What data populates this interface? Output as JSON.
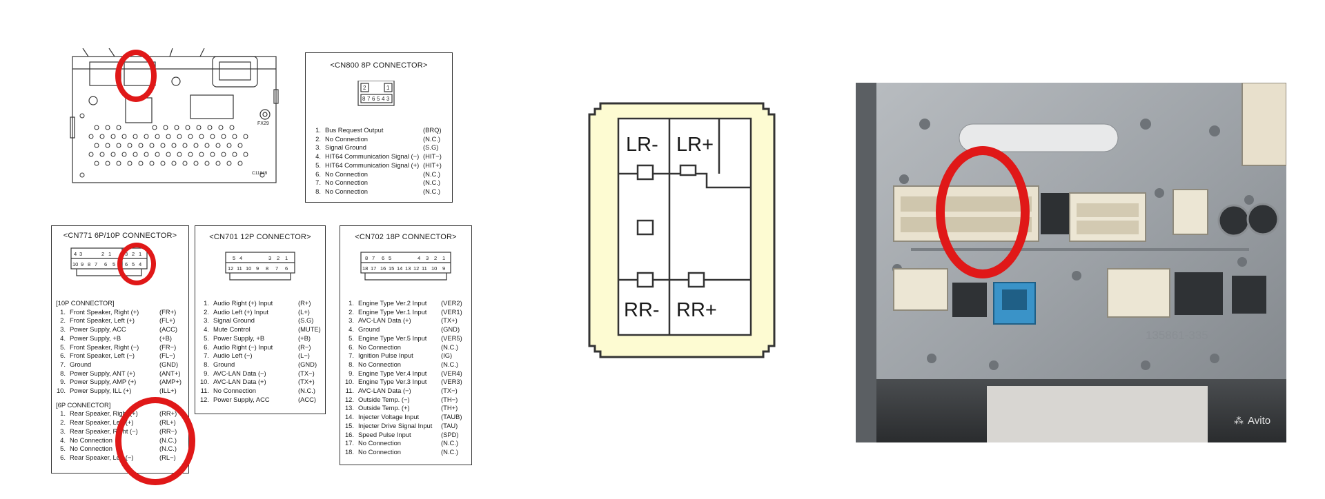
{
  "head_unit": {
    "code": "C11849",
    "part_label": "FX29"
  },
  "cn800": {
    "title": "<CN800 8P CONNECTOR>",
    "pin_top": [
      "2",
      "1"
    ],
    "pin_bottom": [
      "8",
      "7",
      "6",
      "5",
      "4",
      "3"
    ],
    "pins": [
      {
        "n": "1.",
        "desc": "Bus Request Output",
        "code": "(BRQ)"
      },
      {
        "n": "2.",
        "desc": "No Connection",
        "code": "(N.C.)"
      },
      {
        "n": "3.",
        "desc": "Signal Ground",
        "code": "(S.G)"
      },
      {
        "n": "4.",
        "desc": "HIT64 Communication Signal (−)",
        "code": "(HIT−)"
      },
      {
        "n": "5.",
        "desc": "HIT64 Communication Signal (+)",
        "code": "(HIT+)"
      },
      {
        "n": "6.",
        "desc": "No Connection",
        "code": "(N.C.)"
      },
      {
        "n": "7.",
        "desc": "No Connection",
        "code": "(N.C.)"
      },
      {
        "n": "8.",
        "desc": "No Connection",
        "code": "(N.C.)"
      }
    ]
  },
  "cn771": {
    "title": "<CN771 6P/10P CONNECTOR>",
    "pin_top": [
      "4",
      "3",
      "2",
      "1",
      "3",
      "2",
      "1"
    ],
    "pin_bottom": [
      "10",
      "9",
      "8",
      "7",
      "6",
      "5",
      "6",
      "5",
      "4"
    ],
    "section10": "[10P CONNECTOR]",
    "pins10": [
      {
        "n": "1.",
        "desc": "Front Speaker, Right (+)",
        "code": "(FR+)"
      },
      {
        "n": "2.",
        "desc": "Front Speaker, Left (+)",
        "code": "(FL+)"
      },
      {
        "n": "3.",
        "desc": "Power Supply, ACC",
        "code": "(ACC)"
      },
      {
        "n": "4.",
        "desc": "Power Supply, +B",
        "code": "(+B)"
      },
      {
        "n": "5.",
        "desc": "Front Speaker, Right (−)",
        "code": "(FR−)"
      },
      {
        "n": "6.",
        "desc": "Front Speaker, Left (−)",
        "code": "(FL−)"
      },
      {
        "n": "7.",
        "desc": "Ground",
        "code": "(GND)"
      },
      {
        "n": "8.",
        "desc": "Power Supply, ANT (+)",
        "code": "(ANT+)"
      },
      {
        "n": "9.",
        "desc": "Power Supply, AMP (+)",
        "code": "(AMP+)"
      },
      {
        "n": "10.",
        "desc": "Power Supply, ILL (+)",
        "code": "(ILL+)"
      }
    ],
    "section6": "[6P CONNECTOR]",
    "pins6": [
      {
        "n": "1.",
        "desc": "Rear Speaker, Right (+)",
        "code": "(RR+)"
      },
      {
        "n": "2.",
        "desc": "Rear Speaker, Left (+)",
        "code": "(RL+)"
      },
      {
        "n": "3.",
        "desc": "Rear Speaker, Right (−)",
        "code": "(RR−)"
      },
      {
        "n": "4.",
        "desc": "No Connection",
        "code": "(N.C.)"
      },
      {
        "n": "5.",
        "desc": "No Connection",
        "code": "(N.C.)"
      },
      {
        "n": "6.",
        "desc": "Rear Speaker, Left (−)",
        "code": "(RL−)"
      }
    ]
  },
  "cn701": {
    "title": "<CN701 12P CONNECTOR>",
    "pin_top": [
      "5",
      "4",
      "3",
      "2",
      "1"
    ],
    "pin_bottom": [
      "12",
      "11",
      "10",
      "9",
      "8",
      "7",
      "6"
    ],
    "pins": [
      {
        "n": "1.",
        "desc": "Audio Right (+) Input",
        "code": "(R+)"
      },
      {
        "n": "2.",
        "desc": "Audio Left (+) Input",
        "code": "(L+)"
      },
      {
        "n": "3.",
        "desc": "Signal Ground",
        "code": "(S.G)"
      },
      {
        "n": "4.",
        "desc": "Mute Control",
        "code": "(MUTE)"
      },
      {
        "n": "5.",
        "desc": "Power Supply, +B",
        "code": "(+B)"
      },
      {
        "n": "6.",
        "desc": "Audio Right (−) Input",
        "code": "(R−)"
      },
      {
        "n": "7.",
        "desc": "Audio Left (−)",
        "code": "(L−)"
      },
      {
        "n": "8.",
        "desc": "Ground",
        "code": "(GND)"
      },
      {
        "n": "9.",
        "desc": "AVC-LAN Data (−)",
        "code": "(TX−)"
      },
      {
        "n": "10.",
        "desc": "AVC-LAN Data (+)",
        "code": "(TX+)"
      },
      {
        "n": "11.",
        "desc": "No Connection",
        "code": "(N.C.)"
      },
      {
        "n": "12.",
        "desc": "Power Supply, ACC",
        "code": "(ACC)"
      }
    ]
  },
  "cn702": {
    "title": "<CN702 18P CONNECTOR>",
    "pin_top": [
      "8",
      "7",
      "6",
      "5",
      "4",
      "3",
      "2",
      "1"
    ],
    "pin_bottom": [
      "18",
      "17",
      "16",
      "15",
      "14",
      "13",
      "12",
      "11",
      "10",
      "9"
    ],
    "pins": [
      {
        "n": "1.",
        "desc": "Engine Type Ver.2 Input",
        "code": "(VER2)"
      },
      {
        "n": "2.",
        "desc": "Engine Type Ver.1 Input",
        "code": "(VER1)"
      },
      {
        "n": "3.",
        "desc": "AVC-LAN Data (+)",
        "code": "(TX+)"
      },
      {
        "n": "4.",
        "desc": "Ground",
        "code": "(GND)"
      },
      {
        "n": "5.",
        "desc": "Engine Type Ver.5 Input",
        "code": "(VER5)"
      },
      {
        "n": "6.",
        "desc": "No Connection",
        "code": "(N.C.)"
      },
      {
        "n": "7.",
        "desc": "Ignition Pulse Input",
        "code": "(IG)"
      },
      {
        "n": "8.",
        "desc": "No Connection",
        "code": "(N.C.)"
      },
      {
        "n": "9.",
        "desc": "Engine Type Ver.4 Input",
        "code": "(VER4)"
      },
      {
        "n": "10.",
        "desc": "Engine Type Ver.3 Input",
        "code": "(VER3)"
      },
      {
        "n": "11.",
        "desc": "AVC-LAN Data (−)",
        "code": "(TX−)"
      },
      {
        "n": "12.",
        "desc": "Outside Temp. (−)",
        "code": "(TH−)"
      },
      {
        "n": "13.",
        "desc": "Outside Temp. (+)",
        "code": "(TH+)"
      },
      {
        "n": "14.",
        "desc": "Injecter Voltage Input",
        "code": "(TAUB)"
      },
      {
        "n": "15.",
        "desc": "Injecter Drive Signal Input",
        "code": "(TAU)"
      },
      {
        "n": "16.",
        "desc": "Speed Pulse Input",
        "code": "(SPD)"
      },
      {
        "n": "17.",
        "desc": "No Connection",
        "code": "(N.C.)"
      },
      {
        "n": "18.",
        "desc": "No Connection",
        "code": "(N.C.)"
      }
    ]
  },
  "speaker_plug": {
    "lr_minus": "LR-",
    "lr_plus": "LR+",
    "rr_minus": "RR-",
    "rr_plus": "RR+"
  },
  "photo": {
    "sticker": "135861-335",
    "watermark": "Avito"
  },
  "colors": {
    "highlight": "#e01818",
    "plug_fill": "#fdfbd2",
    "chassis": "#9ea3a8",
    "blue_connector": "#3a93c8"
  }
}
